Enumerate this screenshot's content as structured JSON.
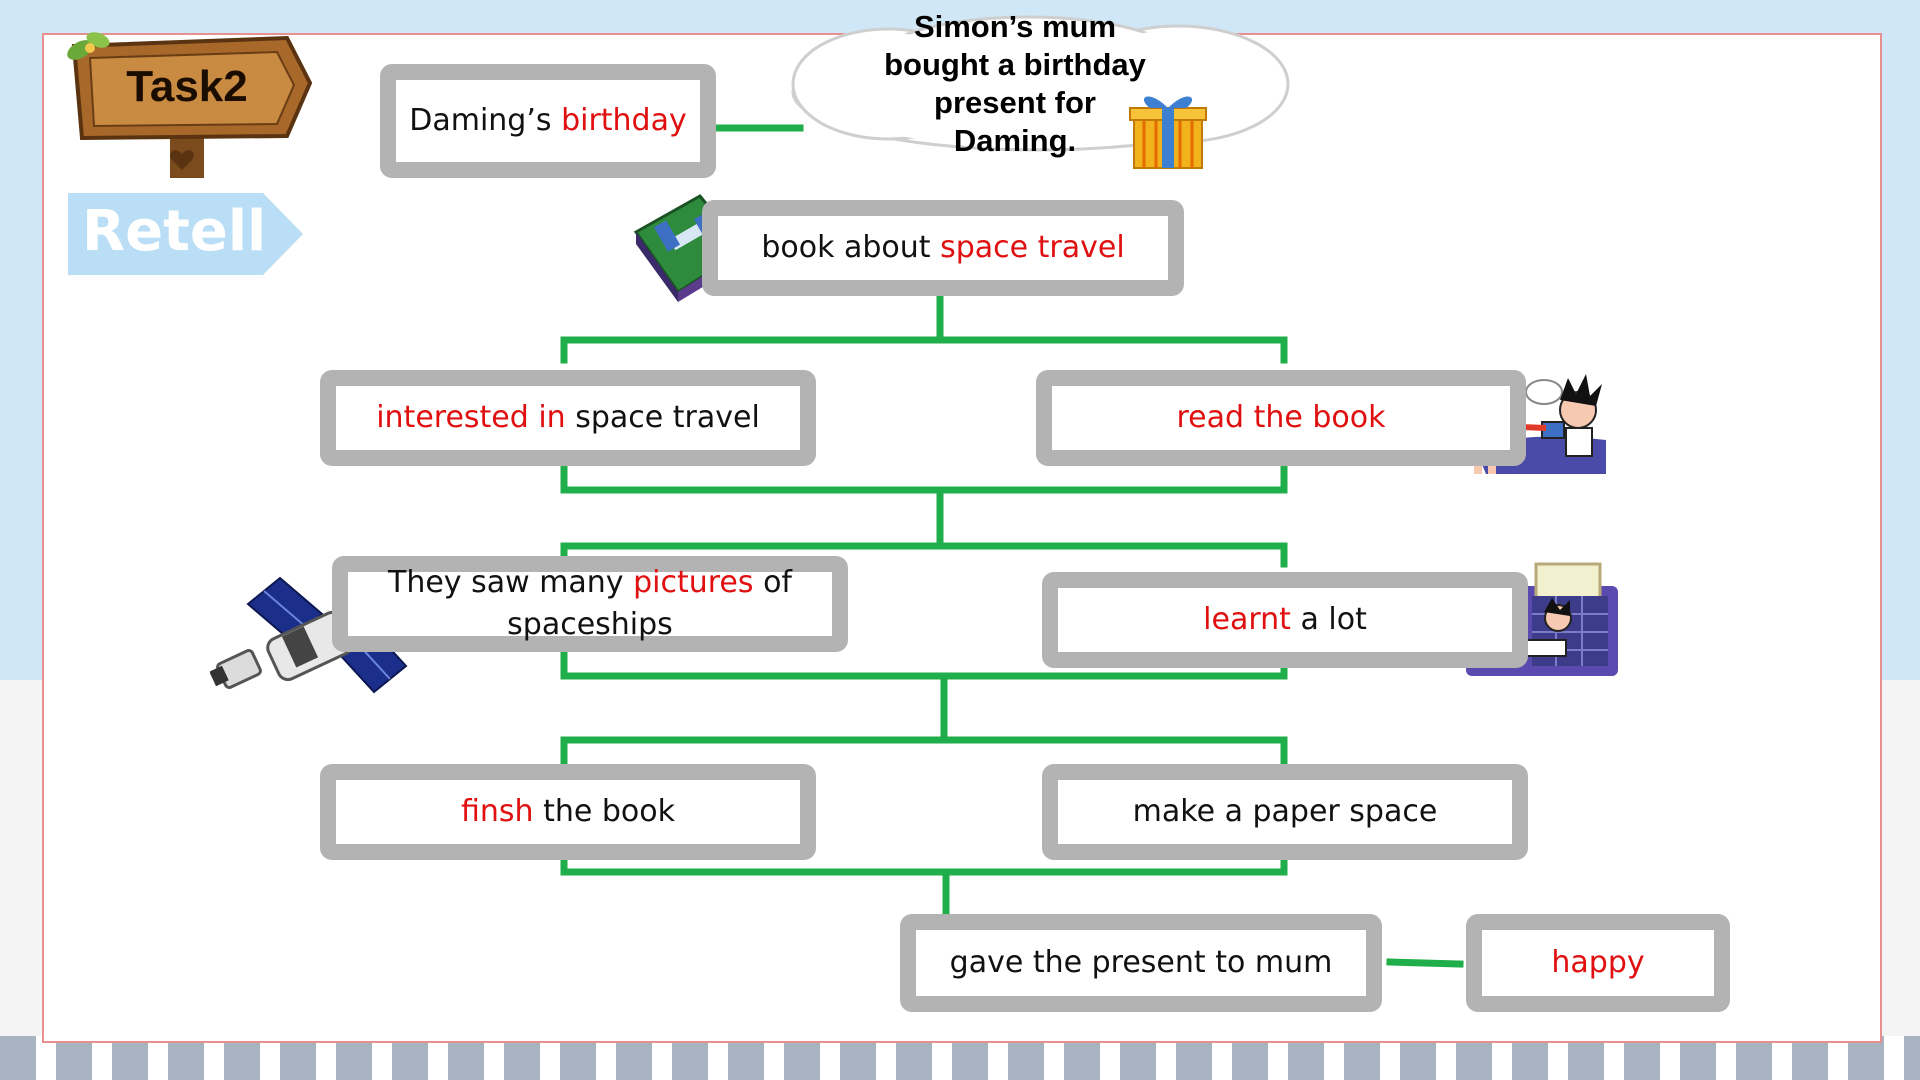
{
  "header": {
    "task_label": "Task2",
    "retell_label": "Retell"
  },
  "cloud": {
    "line1": "Simon’s mum",
    "line2": "bought a birthday",
    "line3": "present for",
    "line4": "Daming."
  },
  "nodes": {
    "birthday": {
      "pre": "Daming’s ",
      "red": "birthday"
    },
    "book": {
      "pre": "book about ",
      "red": "space travel"
    },
    "interested": {
      "red": "interested in",
      "post": " space travel"
    },
    "read": {
      "red": "read the book"
    },
    "pictures": {
      "pre": "They saw many ",
      "red": "pictures",
      "post": " of spaceships"
    },
    "learnt": {
      "red": "learnt",
      "post": " a lot"
    },
    "finish": {
      "red": "finsh",
      "post": " the book"
    },
    "paper": {
      "pre": "make a paper space"
    },
    "gave": {
      "pre": "gave the present to mum"
    },
    "happy": {
      "red": "happy"
    }
  },
  "colors": {
    "connector": "#1fae4a",
    "box_border": "#b3b3b3",
    "highlight_text": "#e01010",
    "sign_wood": "#a8682a",
    "retell_tag": "#b9def5"
  },
  "icons": [
    "gift-icon",
    "book-icon",
    "satellite-icon",
    "children-reading-icon",
    "children-studying-icon"
  ]
}
